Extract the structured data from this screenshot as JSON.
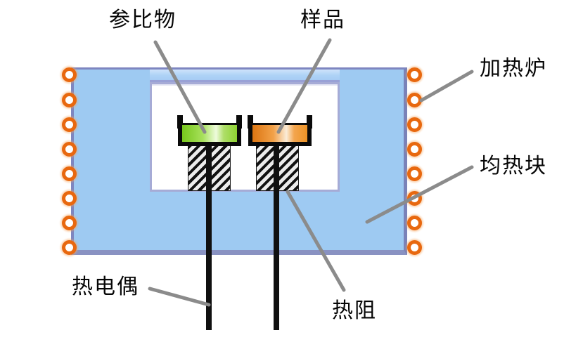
{
  "diagram": {
    "type": "DSC differential scanning calorimeter schematic",
    "labels": {
      "reference": "参比物",
      "sample": "样品",
      "furnace": "加热炉",
      "soaking_block": "均热块",
      "thermocouple": "热电偶",
      "thermal_resistance": "热阻"
    },
    "components": {
      "heater_rings_left_count": 8,
      "heater_rings_right_count": 8,
      "pans": [
        "reference pan (green)",
        "sample pan (orange)"
      ],
      "pillars": [
        "reference thermal-resistance pillar",
        "sample thermal-resistance pillar"
      ],
      "wires": [
        "reference thermocouple wire",
        "sample thermocouple wire"
      ]
    },
    "colors": {
      "block_fill": "#9ecaf2",
      "block_border": "#7e86c0",
      "lid_band_fill": "#aed2f6",
      "cavity_border": "#a6abd6",
      "heater_ring_orange": "#e8680f",
      "reference_pan_green": "#8ed232",
      "sample_pan_orange": "#ec9226",
      "pan_outline_black": "#0a0a0a",
      "leader_line_gray": "#8b8b8b",
      "wire_black": "#101010",
      "background": "#ffffff"
    }
  }
}
